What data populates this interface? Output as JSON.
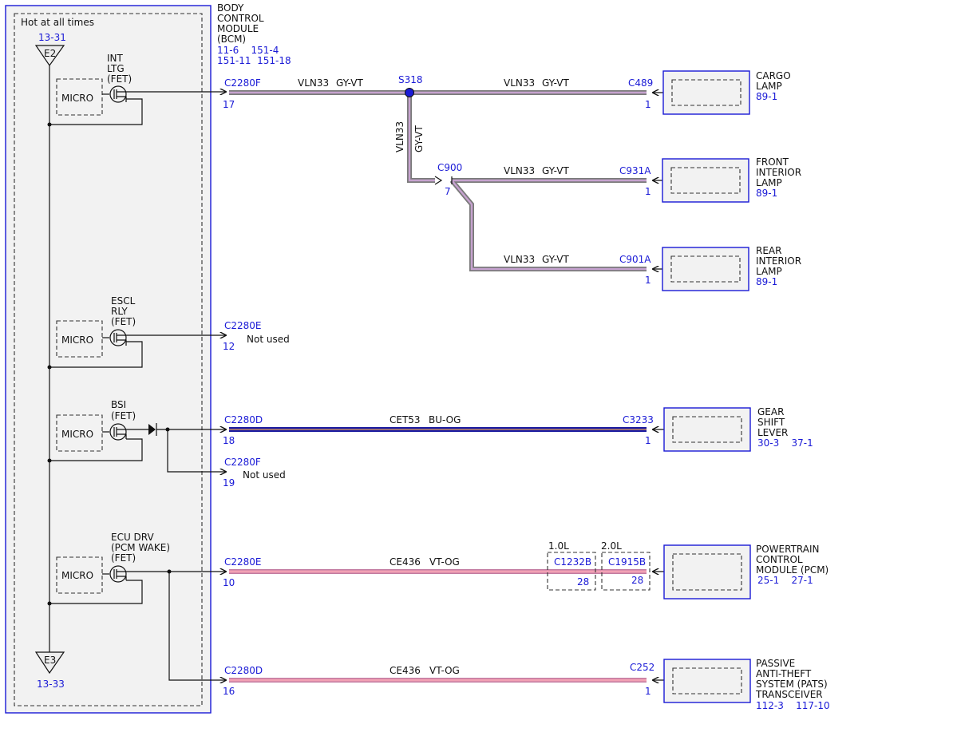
{
  "colors": {
    "gy_vt_outer": "#7a7a7a",
    "gy_vt_inner": "#c6a2cf",
    "bu_og_outer": "#1a1aa0",
    "bu_og_inner": "#e5a15a",
    "vt_og_outer": "#c27aa0",
    "vt_og_inner": "#f2a1b4",
    "reference_blue": "#1a1ad6"
  },
  "bcm": {
    "title_lines": [
      "BODY",
      "CONTROL",
      "MODULE",
      "(BCM)"
    ],
    "ref_line1": "11-6    151-4",
    "ref_line2": "151-11  151-18",
    "hot_label": "Hot at all times",
    "top_ground_ref": "13-31",
    "top_ground_id": "E2",
    "bottom_ground_ref": "13-33",
    "bottom_ground_id": "E3",
    "micro_label": "MICRO",
    "drivers": [
      {
        "lines": [
          "INT",
          "LTG",
          "(FET)"
        ]
      },
      {
        "lines": [
          "ESCL",
          "RLY",
          "(FET)"
        ]
      },
      {
        "lines": [
          "BSI",
          "(FET)"
        ]
      },
      {
        "lines": [
          "ECU DRV",
          "(PCM WAKE)",
          "(FET)"
        ]
      }
    ]
  },
  "bcm_pins": [
    {
      "connector": "C2280F",
      "pin": "17"
    },
    {
      "connector": "C2280E",
      "pin": "12",
      "note": "Not used"
    },
    {
      "connector": "C2280D",
      "pin": "18"
    },
    {
      "connector": "C2280F",
      "pin": "19",
      "note": "Not used"
    },
    {
      "connector": "C2280E",
      "pin": "10"
    },
    {
      "connector": "C2280D",
      "pin": "16"
    }
  ],
  "splice": {
    "id": "S318"
  },
  "inline": {
    "connector": "C900",
    "pin": "7"
  },
  "wires": [
    {
      "circuit": "VLN33",
      "color": "GY-VT"
    },
    {
      "circuit": "VLN33",
      "color": "GY-VT"
    },
    {
      "circuit": "VLN33",
      "color": "GY-VT"
    },
    {
      "circuit": "VLN33",
      "color": "GY-VT"
    },
    {
      "circuit": "VLN33",
      "color": "GY-VT"
    },
    {
      "circuit": "CET53",
      "color": "BU-OG"
    },
    {
      "circuit": "CE436",
      "color": "VT-OG"
    },
    {
      "circuit": "CE436",
      "color": "VT-OG"
    }
  ],
  "engine_options": [
    {
      "label": "1.0L",
      "connector": "C1232B",
      "pin": "28"
    },
    {
      "label": "2.0L",
      "connector": "C1915B",
      "pin": "28"
    }
  ],
  "components": [
    {
      "connector": "C489",
      "pin": "1",
      "name_lines": [
        "CARGO",
        "LAMP"
      ],
      "refs": "89-1"
    },
    {
      "connector": "C931A",
      "pin": "1",
      "name_lines": [
        "FRONT",
        "INTERIOR",
        "LAMP"
      ],
      "refs": "89-1"
    },
    {
      "connector": "C901A",
      "pin": "1",
      "name_lines": [
        "REAR",
        "INTERIOR",
        "LAMP"
      ],
      "refs": "89-1"
    },
    {
      "connector": "C3233",
      "pin": "1",
      "name_lines": [
        "GEAR",
        "SHIFT",
        "LEVER"
      ],
      "refs": "30-3    37-1"
    },
    {
      "connector": "",
      "pin": "",
      "name_lines": [
        "POWERTRAIN",
        "CONTROL",
        "MODULE (PCM)"
      ],
      "refs": "25-1    27-1"
    },
    {
      "connector": "C252",
      "pin": "1",
      "name_lines": [
        "PASSIVE",
        "ANTI-THEFT",
        "SYSTEM (PATS)",
        "TRANSCEIVER"
      ],
      "refs": "112-3    117-10"
    }
  ]
}
